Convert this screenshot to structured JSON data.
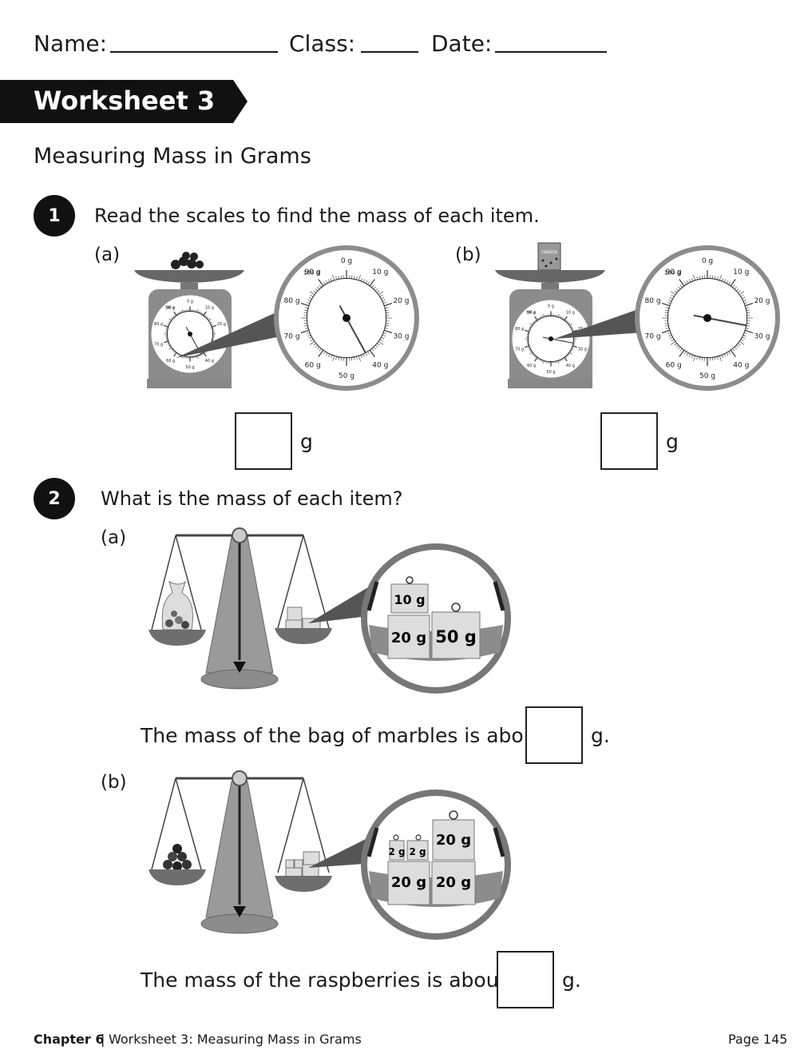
{
  "header": {
    "name_label": "Name:",
    "class_label": "Class:",
    "date_label": "Date:"
  },
  "banner": {
    "title": "Worksheet 3"
  },
  "subtitle": "Measuring Mass in Grams",
  "q1": {
    "number": "1",
    "prompt": "Read the scales to find the mass of each item.",
    "part_a": "(a)",
    "part_b": "(b)",
    "unit": "g",
    "dial_labels": [
      "0 g",
      "10 g",
      "20 g",
      "30 g",
      "40 g",
      "50 g",
      "60 g",
      "70 g",
      "80 g",
      "90 g",
      "100 g"
    ],
    "item_b_label": "raisins",
    "needle_a_value_g": 42,
    "needle_b_value_g": 28
  },
  "q2": {
    "number": "2",
    "prompt": "What is the mass of each item?",
    "part_a": "(a)",
    "part_b": "(b)",
    "a_weights": [
      "10 g",
      "20 g",
      "50 g"
    ],
    "b_weights": [
      "2 g",
      "2 g",
      "20 g",
      "20 g",
      "20 g"
    ],
    "a_sentence": "The mass of the bag of marbles is about",
    "b_sentence": "The mass of the raspberries is about",
    "unit": "g."
  },
  "footer": {
    "chapter": "Chapter 6",
    "separator": "|",
    "title": "Worksheet 3: Measuring Mass in Grams",
    "page": "Page 145"
  },
  "colors": {
    "ink": "#1a1a1a",
    "banner": "#111111",
    "scale_gray": "#8c8c8c",
    "dark_gray": "#555555"
  }
}
